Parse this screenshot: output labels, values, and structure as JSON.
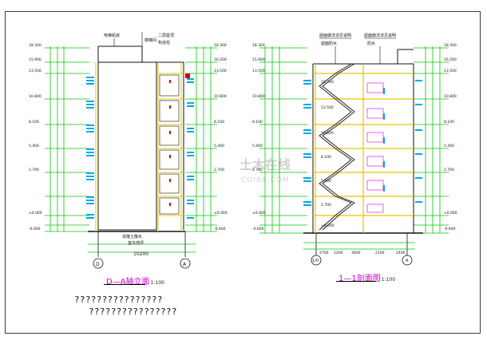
{
  "drawing_left": {
    "title": "D—A轴立面",
    "scale": "1:100",
    "levels_left": [
      "18.300",
      "15.900",
      "13.500",
      "10.800",
      "8.100",
      "5.400",
      "2.700",
      "±0.000",
      "-0.600"
    ],
    "levels_right": [
      "18.300",
      "16.200",
      "13.500",
      "10.800",
      "8.100",
      "5.400",
      "2.700",
      "±0.000",
      "-0.600"
    ],
    "callouts": [
      "电梯机房",
      "楼梯间",
      "二层屋顶",
      "构造柱"
    ],
    "bottom_labels": [
      "混凝土散水",
      "室外地坪"
    ],
    "axis_left": "D",
    "axis_right": "A",
    "overall_dim": "10200"
  },
  "drawing_right": {
    "title": "1—1剖面图",
    "scale": "1:100",
    "levels_left": [
      "18.300",
      "15.900",
      "13.500",
      "10.800",
      "8.100",
      "5.400",
      "2.700",
      "±0.000",
      "-0.600"
    ],
    "levels_right": [
      "18.300",
      "16.200",
      "13.500",
      "10.800",
      "8.100",
      "5.400",
      "2.700",
      "±0.000",
      "-0.600"
    ],
    "callouts": [
      "屋面做法详见说明",
      "屋面做法详见说明",
      "屋面防水",
      "防水"
    ],
    "stair_labels": [
      "16.200",
      "13.500",
      "10.800",
      "8.100",
      "5.400",
      "2.700",
      "±0.000"
    ],
    "axis_left": "1/0",
    "axis_right": "A",
    "bottom_dims": [
      "2700",
      "1200",
      "3600",
      "2100",
      "2400"
    ]
  },
  "watermark": {
    "brand": "土木在线",
    "domain": "COI88.COM"
  },
  "notes": [
    "????????????????",
    "????????????????"
  ],
  "colors": {
    "green": "#00c800",
    "yellow": "#e6c800",
    "cyan": "#00a8e8",
    "magenta": "#d000d0",
    "red": "#d00000",
    "black": "#111111"
  }
}
